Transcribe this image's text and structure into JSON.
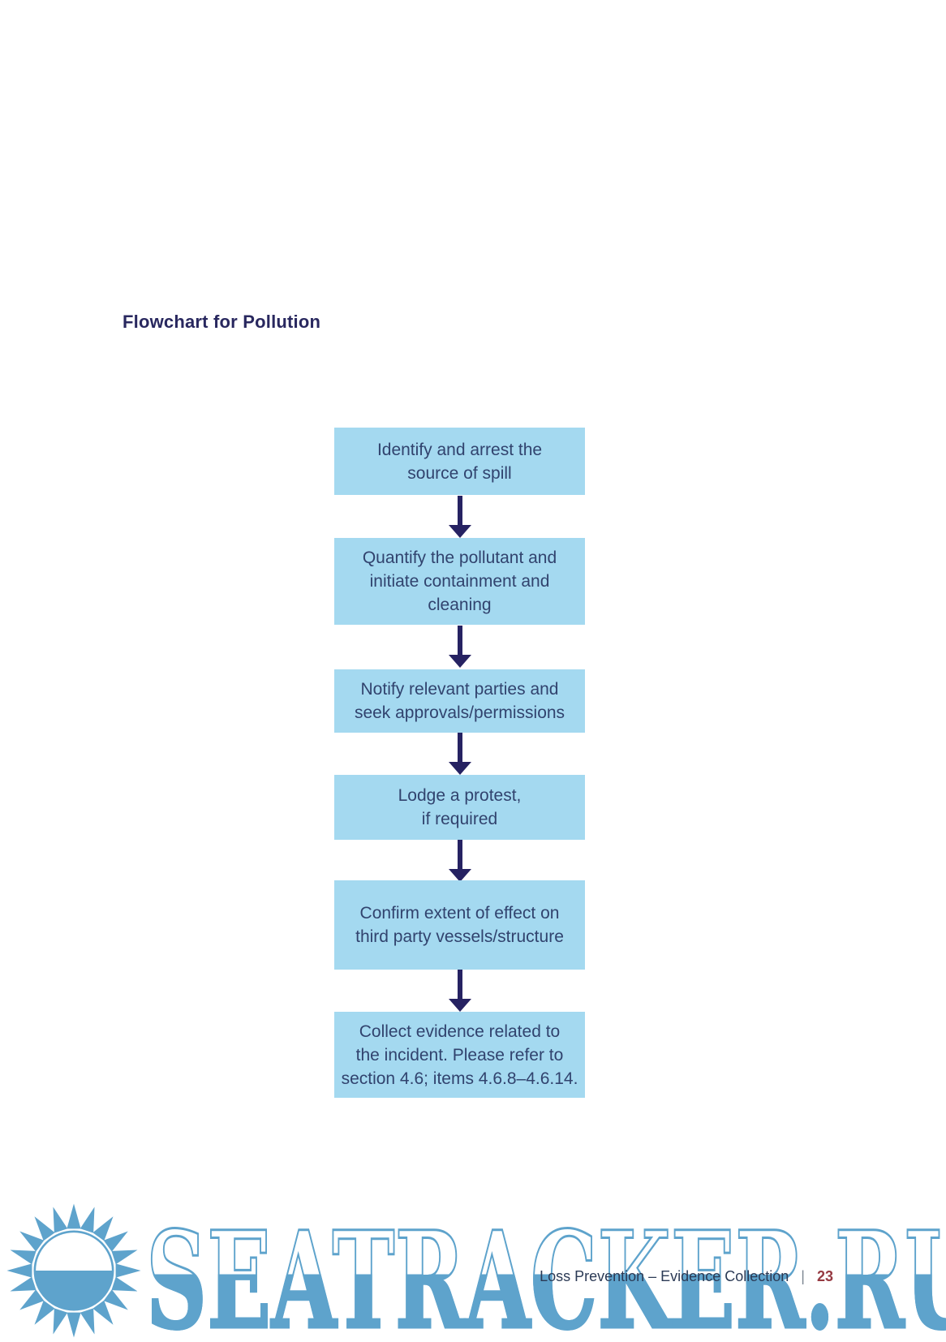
{
  "page": {
    "title": "Flowchart for Pollution",
    "watermark_text": "SEATRACKER.RU",
    "footer": {
      "label": "Loss Prevention – Evidence Collection",
      "separator": "|",
      "page_number": "23"
    }
  },
  "flowchart": {
    "steps": [
      {
        "label": "Identify and arrest the\nsource of spill"
      },
      {
        "label": "Quantify the pollutant and\ninitiate containment and\ncleaning"
      },
      {
        "label": "Notify relevant parties and\nseek approvals/permissions"
      },
      {
        "label": "Lodge a protest,\nif required"
      },
      {
        "label": "Confirm extent of effect on\nthird party vessels/structure"
      },
      {
        "label": "Collect evidence related to\nthe incident. Please refer to\nsection 4.6; items 4.6.8–4.6.14."
      }
    ]
  },
  "colors": {
    "box_fill": "#a4d9f0",
    "box_text": "#31436e",
    "arrow": "#262262",
    "title": "#29285f",
    "footer_text": "#2b3a55",
    "page_number": "#963a42",
    "watermark_blue": "#5ea3cc"
  }
}
